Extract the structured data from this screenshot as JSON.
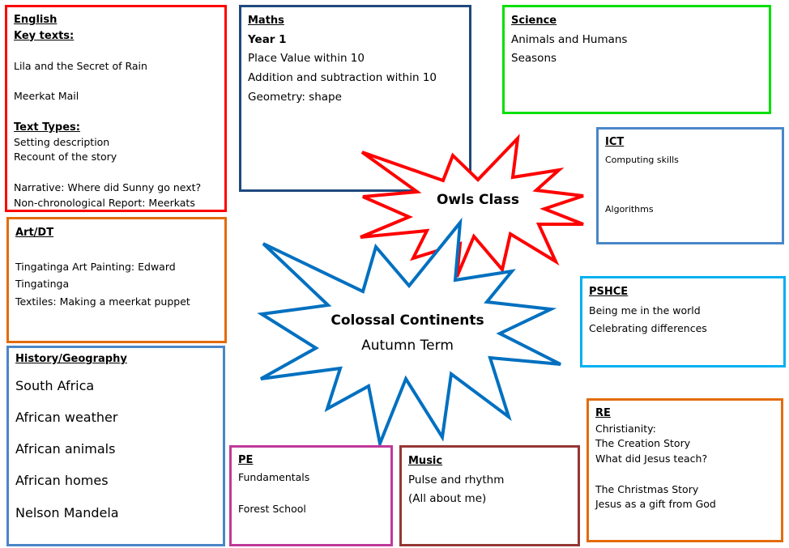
{
  "colors": {
    "english": "#ff0000",
    "maths": "#1f497d",
    "science": "#00e000",
    "ict": "#4a86c8",
    "art": "#e36c0a",
    "pshce": "#00b0f0",
    "history": "#4a86c8",
    "pe": "#c0399a",
    "music": "#953735",
    "re": "#e36c0a",
    "owls_star": "#ff0000",
    "topic_star": "#0070c0"
  },
  "english": {
    "title": "English",
    "key_texts_heading": "Key texts:",
    "key_texts": [
      "Lila and the Secret of Rain",
      "Meerkat Mail"
    ],
    "text_types_heading": "Text Types:",
    "text_types": [
      "Setting description",
      "Recount of the story"
    ],
    "units": [
      "Narrative: Where did Sunny go next?",
      "Non-chronological Report: Meerkats"
    ]
  },
  "maths": {
    "title": "Maths",
    "year": "Year 1",
    "items": [
      "Place Value within 10",
      "Addition and subtraction within 10",
      "Geometry: shape"
    ]
  },
  "science": {
    "title": "Science",
    "items": [
      "Animals and Humans",
      "Seasons"
    ]
  },
  "ict": {
    "title": "ICT",
    "items": [
      "Computing skills",
      "Algorithms"
    ]
  },
  "art": {
    "title": "Art/DT",
    "items": [
      "Tingatinga Art Painting: Edward",
      "Tingatinga",
      "Textiles: Making a meerkat puppet"
    ]
  },
  "pshce": {
    "title": "PSHCE",
    "items": [
      "Being me in the world",
      "Celebrating differences"
    ]
  },
  "history": {
    "title": "History/Geography",
    "items": [
      "South Africa",
      "African weather",
      "African animals",
      "African homes",
      "Nelson Mandela"
    ]
  },
  "pe": {
    "title": "PE",
    "items": [
      "Fundamentals",
      "Forest School"
    ]
  },
  "music": {
    "title": "Music",
    "items": [
      "Pulse and rhythm",
      "(All about me)"
    ]
  },
  "re": {
    "title": "RE",
    "items": [
      "Christianity:",
      "The Creation Story",
      "What did Jesus teach?",
      "The Christmas Story",
      "Jesus as a gift from God"
    ]
  },
  "center": {
    "class_name": "Owls Class",
    "topic": "Colossal Continents",
    "term": "Autumn Term"
  }
}
